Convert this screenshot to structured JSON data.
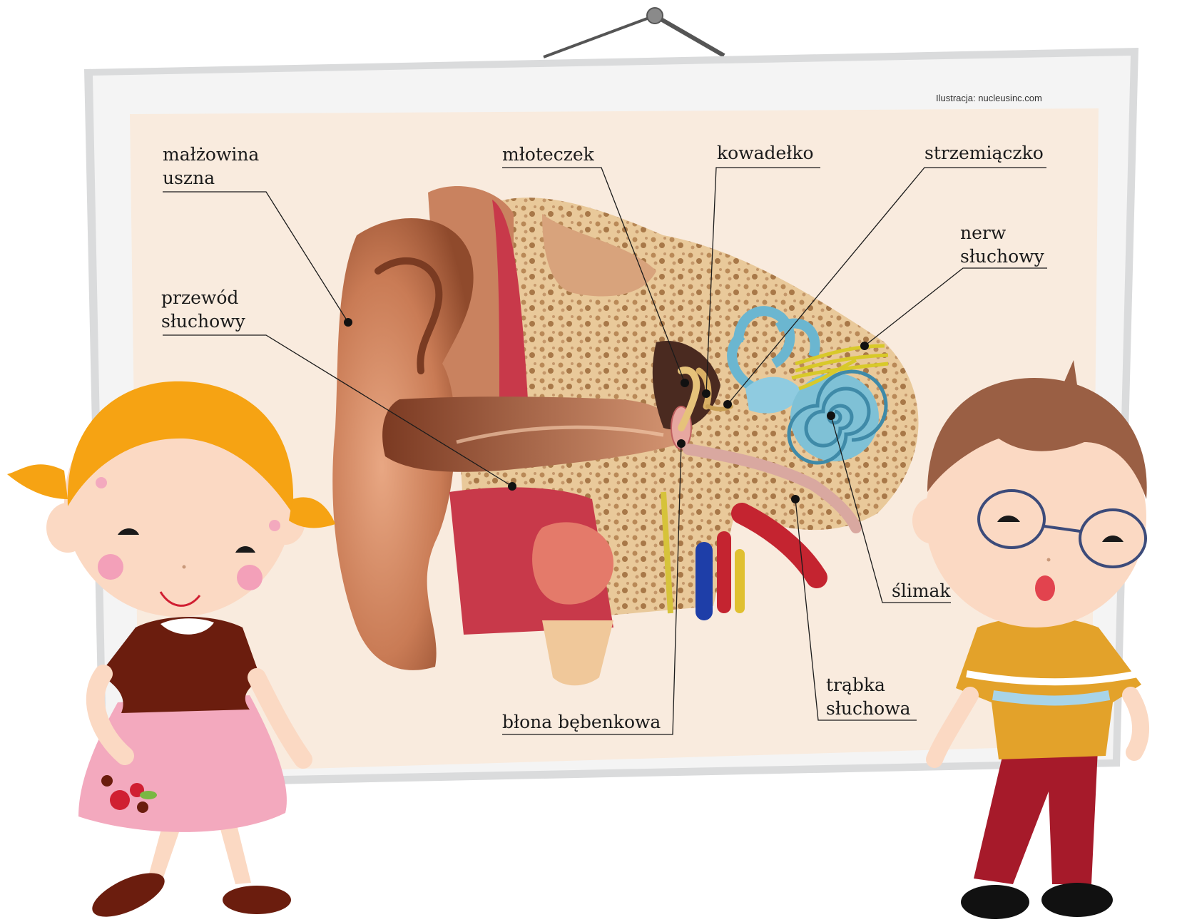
{
  "credit": "Ilustracja: nucleusinc.com",
  "labels": {
    "malzowina": [
      "małżowina",
      "uszna"
    ],
    "przewod": [
      "przewód",
      "słuchowy"
    ],
    "mloteczek": "młoteczek",
    "kowadelko": "kowadełko",
    "strzemiaczko": "strzemiączko",
    "nerw": [
      "nerw",
      "słuchowy"
    ],
    "slimak": "ślimak",
    "trabka": [
      "trąbka",
      "słuchowa"
    ],
    "blona": "błona bębenkowa"
  },
  "colors": {
    "board": "#f9ebde",
    "frame": "#d9dadb",
    "girl_hair": "#f6a313",
    "girl_skirt": "#f3a9be",
    "girl_top": "#6b1d0e",
    "boy_hair": "#9a5f44",
    "boy_shirt": "#e3a22a",
    "boy_pants": "#a61a2a",
    "skin": "#fbd9c3"
  }
}
